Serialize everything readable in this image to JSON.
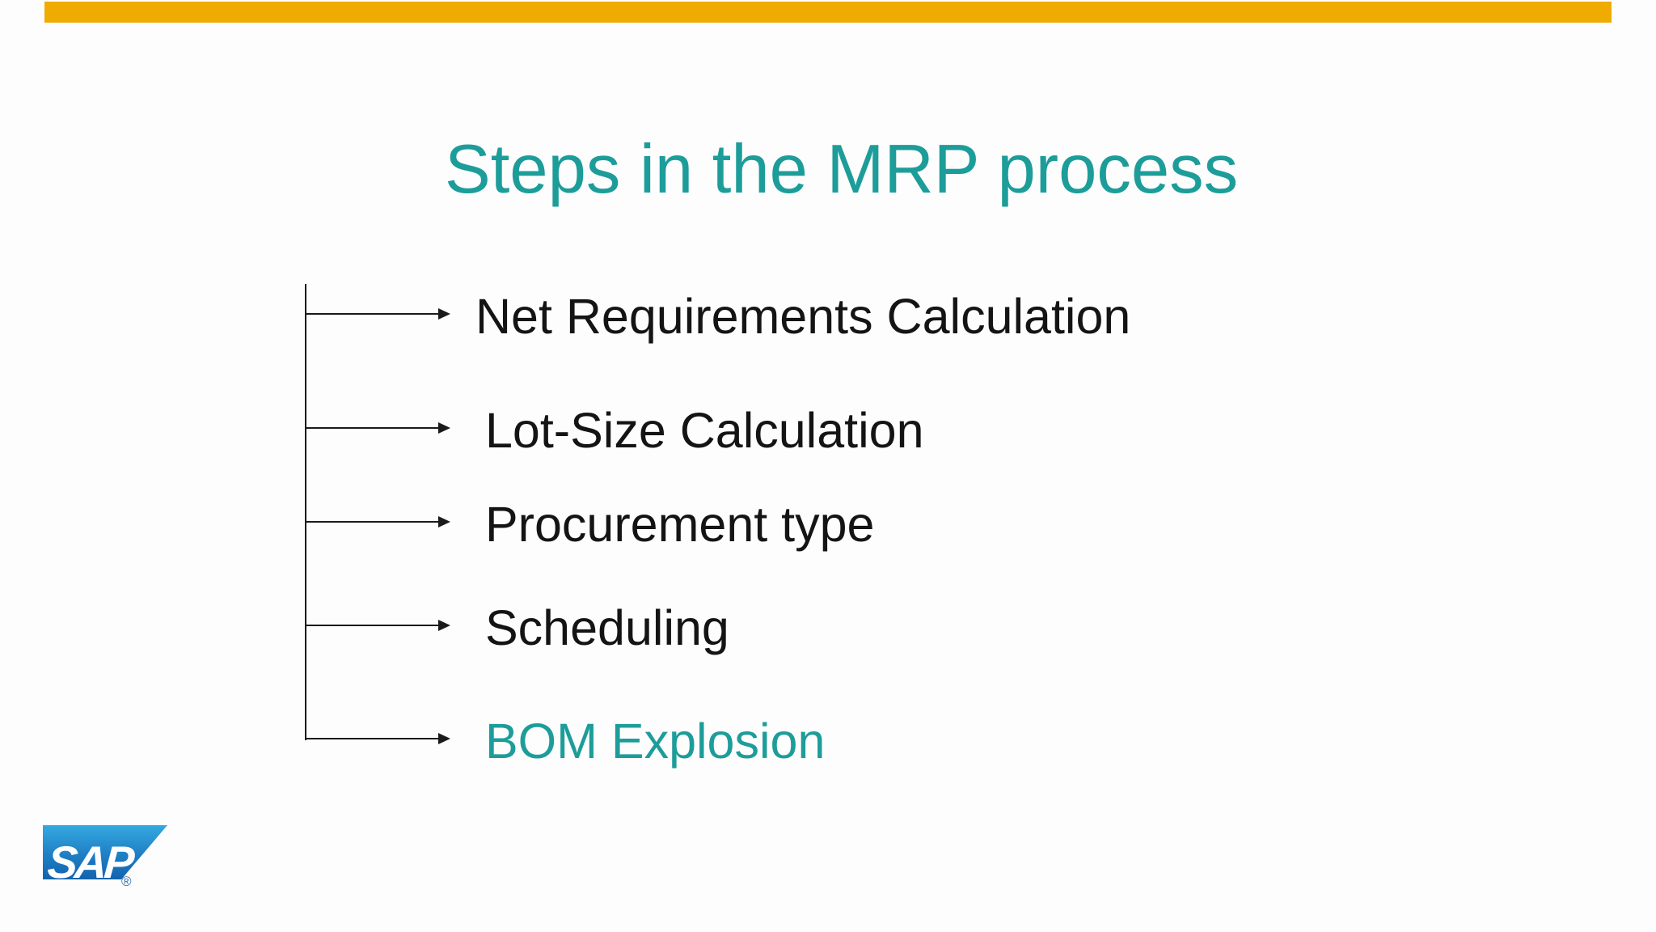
{
  "slide": {
    "title": "Steps in the MRP process",
    "steps": [
      {
        "label": "Net Requirements Calculation",
        "color": "#141414"
      },
      {
        "label": "Lot-Size Calculation",
        "color": "#141414"
      },
      {
        "label": "Procurement type",
        "color": "#141414"
      },
      {
        "label": "Scheduling",
        "color": "#141414"
      },
      {
        "label": "BOM Explosion",
        "color": "#1d9d9a"
      }
    ],
    "logo": {
      "text": "SAP",
      "registered_mark": "®"
    },
    "colors": {
      "top_bar": "#f0ab00",
      "title_teal": "#1d9d9a",
      "line_black": "#1a1a1a",
      "logo_blue_top": "#35a9e0",
      "logo_blue_bottom": "#1263ae"
    }
  }
}
